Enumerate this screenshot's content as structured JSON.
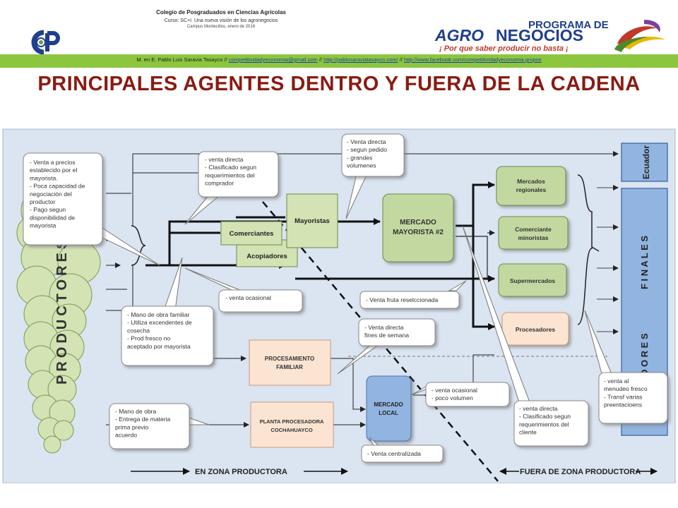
{
  "header": {
    "college": "Colegio de Posgraduados en Ciencias Agrícolas",
    "course": "Curso: SC+I. Una nueva visión de los agronegocios",
    "campus": "Campus Montecillos, enero de 2016",
    "logo_cp": "CP",
    "program_top": "PROGRAMA DE",
    "program_main_a": "AGRO",
    "program_main_b": "NEGOCIOS",
    "slogan": "¡ Por que saber producir no basta ¡",
    "author": "M. en E. Pablo Luis Saravia Tasayco",
    "sep": "//",
    "email": "competitividadyeconomia@gmail.com",
    "blog": "http://pablosaraviatasayco.com/",
    "facebook": "http://www.facebook.com/competitividadyeconomia.grupos",
    "colors": {
      "bar": "#8cc63f",
      "title": "#8b1a12",
      "agro": "#1f3f8f"
    }
  },
  "title": "PRINCIPALES AGENTES DENTRO Y FUERA DE LA CADENA",
  "diagram": {
    "productores": "PRODUCTORES",
    "consumidores_a": "S U M I D O R E S",
    "consumidores_b": "F I N A L E S",
    "nodes": {
      "comerciantes": "Comerciantes",
      "acopiadores": "Acopiadores",
      "mayoristas": "Mayoristas",
      "mercado_line1": "MERCADO",
      "mercado_line2": "MAYORISTA  #2",
      "mercados_regionales_1": "Mercados",
      "mercados_regionales_2": "regionales",
      "comerciante_minoristas_1": "Comerciante",
      "comerciante_minoristas_2": "minoristas",
      "supermercados": "Supermercados",
      "procesadores": "Procesadores",
      "ecuador": "Ecuador",
      "proc_familiar_1": "PROCESAMIENTO",
      "proc_familiar_2": "FAMILIAR",
      "mercado_local_1": "MERCADO",
      "mercado_local_2": "LOCAL",
      "planta_1": "PLANTA PROCESADORA",
      "planta_2": "COCHAHUAYCO"
    },
    "callouts": {
      "c1": [
        "- Venta a precios",
        "establecido por el",
        "mayorista.",
        "- Poca capacidad de",
        "negociación del",
        "productor",
        "- Pago segun",
        "disponibilidad de",
        "mayorista"
      ],
      "c2": [
        "- venta directa",
        "- Clasificado segun",
        "requerimientos del",
        "comprador"
      ],
      "c3": [
        "- Venta directa",
        "- segun pedido",
        "- grandes",
        "volumenes"
      ],
      "c4": [
        "- venta ocasional"
      ],
      "c5": [
        "- Venta fruta reselccionada"
      ],
      "c6": [
        "- Mano de obra familiar",
        "- Utiliza excendentes de",
        "cosecha",
        "- Prod fresco no",
        "aceptado por mayorista"
      ],
      "c7": [
        "- Venta directa",
        "fines de semana"
      ],
      "c8": [
        "- venta ocasional",
        "- poco volumen"
      ],
      "c9": [
        "- Mano de obra",
        "- Entrega de materia",
        "prima  previo",
        "acuerdo"
      ],
      "c10": [
        "- Venta centralizada"
      ],
      "c11": [
        "- venta directa",
        "- Clasificado segun",
        "requerimientos del",
        "cliente"
      ],
      "c12": [
        "- venta al",
        "menudeo fresco",
        "- Transf varias",
        "preentacioens"
      ]
    },
    "zona_productora": "EN ZONA PRODUCTORA",
    "fuera_zona": "FUERA DE ZONA PRODUCTORA"
  }
}
